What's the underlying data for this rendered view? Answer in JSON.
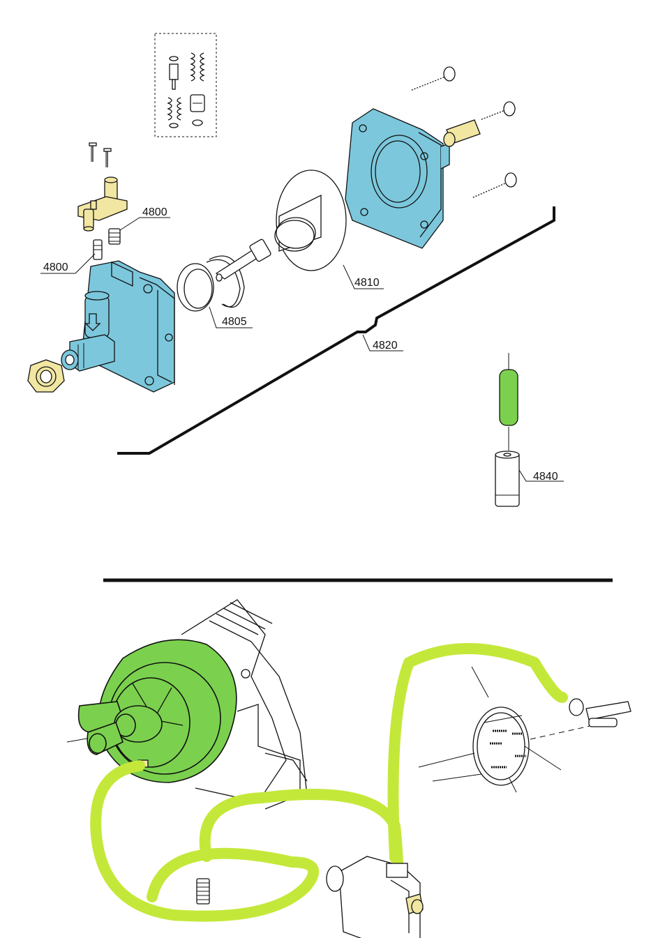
{
  "callouts": {
    "c4800a": "4800",
    "c4800b": "4800",
    "c4805": "4805",
    "c4810": "4810",
    "c4820": "4820",
    "c4840": "4840"
  },
  "colors": {
    "blue_part": "#7cc7dc",
    "yellow_part": "#f1e6a2",
    "green_part": "#7bd14e",
    "hose": "#c4e83a",
    "line": "#111111"
  },
  "icons": {
    "kit_box": "dashed-kit-icon",
    "pump_housing": "pump-housing-icon",
    "motor": "motor-icon"
  }
}
